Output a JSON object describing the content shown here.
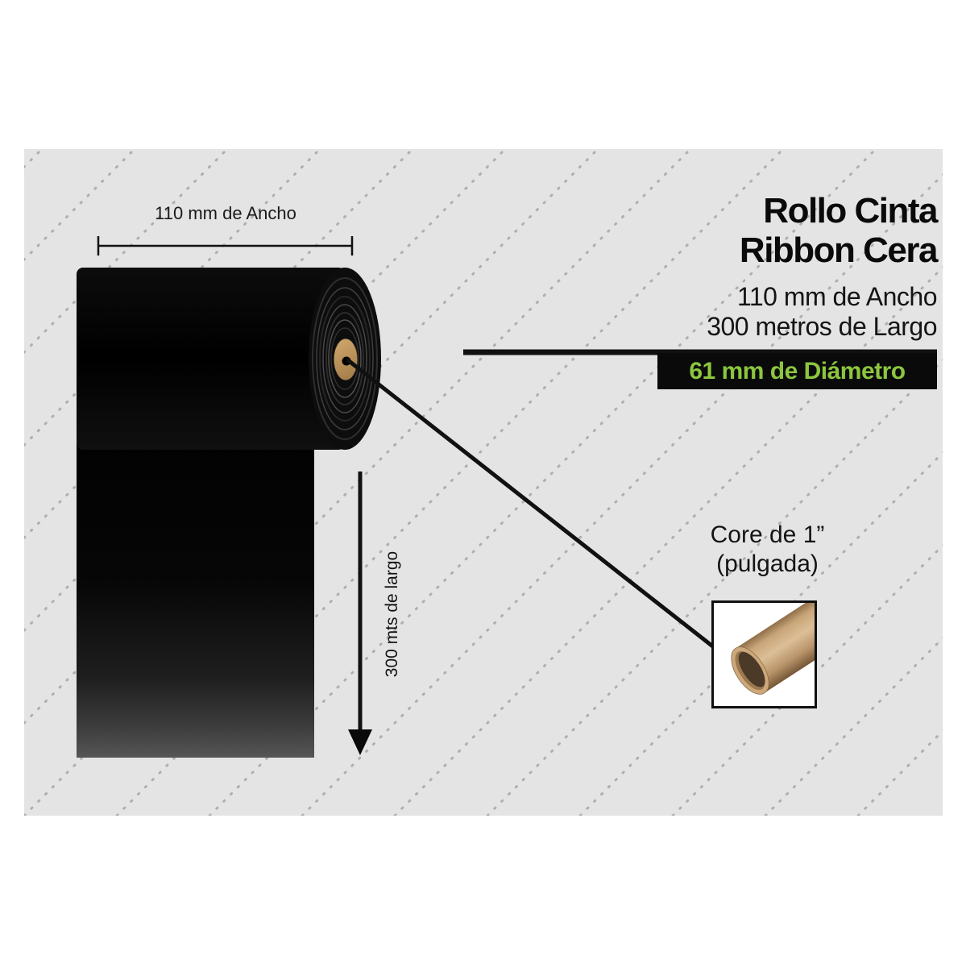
{
  "product": {
    "title_line1": "Rollo Cinta",
    "title_line2": "Ribbon Cera",
    "spec_width": "110 mm de Ancho",
    "spec_length": "300 metros de Largo",
    "spec_diameter": "61 mm de Diámetro"
  },
  "annotations": {
    "width_dimension": "110 mm de Ancho",
    "length_arrow": "300 mts de largo",
    "core_label": "Core de 1”",
    "core_sublabel": "(pulgada)"
  },
  "colors": {
    "accent_green": "#8CC63E",
    "banner_black": "#0A0A0A",
    "core_tan": "#C29A63",
    "panel_gray": "#E4E4E4",
    "dot_gray": "#AFAFAF",
    "ink_black": "#111111"
  }
}
